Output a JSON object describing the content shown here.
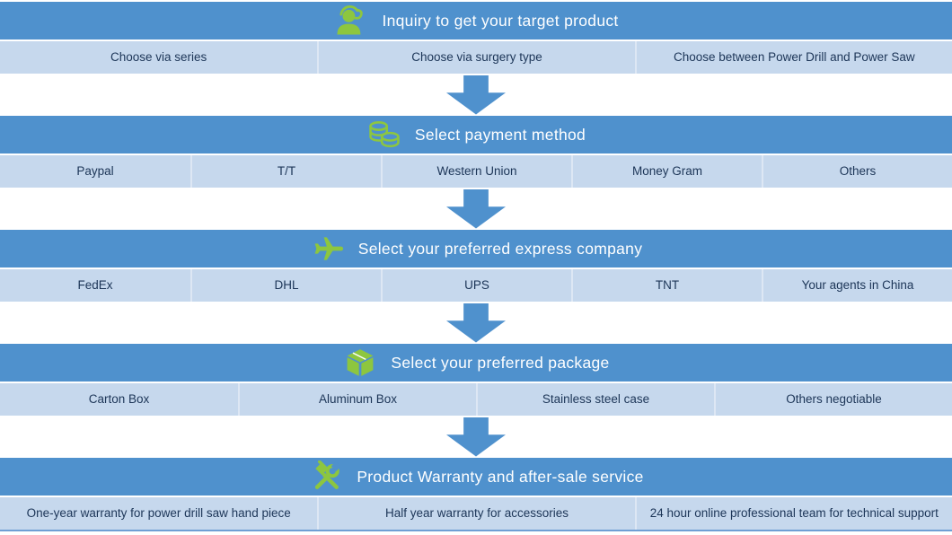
{
  "colors": {
    "header_blue": "#4f91cd",
    "row_light_blue": "#c6d8ed",
    "icon_green": "#8dc63f",
    "header_text": "#ffffff",
    "row_text": "#1c3557",
    "arrow_blue": "#4f91cd"
  },
  "steps": [
    {
      "title": "Inquiry to get your target product",
      "icon": "support-agent-icon",
      "items": [
        "Choose via series",
        "Choose via surgery type",
        "Choose between Power Drill and Power Saw"
      ]
    },
    {
      "title": "Select payment method",
      "icon": "coins-icon",
      "items": [
        "Paypal",
        "T/T",
        "Western Union",
        "Money Gram",
        "Others"
      ]
    },
    {
      "title": "Select your preferred express company",
      "icon": "airplane-icon",
      "items": [
        "FedEx",
        "DHL",
        "UPS",
        "TNT",
        "Your agents in China"
      ]
    },
    {
      "title": "Select your preferred package",
      "icon": "package-box-icon",
      "items": [
        "Carton Box",
        "Aluminum Box",
        "Stainless steel case",
        "Others negotiable"
      ]
    },
    {
      "title": "Product Warranty and after-sale service",
      "icon": "tools-icon",
      "items": [
        "One-year warranty for power drill saw hand piece",
        "Half year warranty for accessories",
        "24 hour online professional team for technical support"
      ]
    }
  ]
}
